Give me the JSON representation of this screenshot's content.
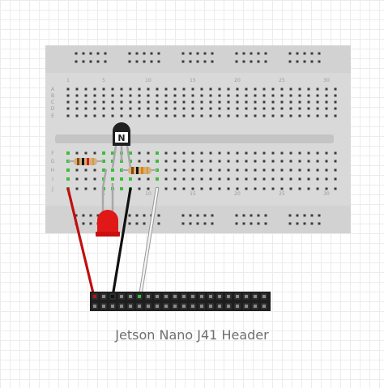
{
  "caption": "Jetson Nano J41 Header",
  "breadboard": {
    "column_numbers": [
      "1",
      "5",
      "10",
      "15",
      "20",
      "25",
      "30"
    ],
    "row_letters_top": [
      "A",
      "B",
      "C",
      "D",
      "E"
    ],
    "row_letters_bottom": [
      "F",
      "G",
      "H",
      "I",
      "J"
    ]
  },
  "transistor": {
    "label": "N"
  },
  "colors": {
    "breadboard": "#d8d8d8",
    "hole": "#3a3a3a",
    "active_hole": "#38c038",
    "led": "#e01818",
    "wire_red": "#c01010",
    "wire_black": "#111111",
    "wire_white": "#f4f4f4",
    "transistor": "#202020",
    "header": "#1e1e1e"
  }
}
